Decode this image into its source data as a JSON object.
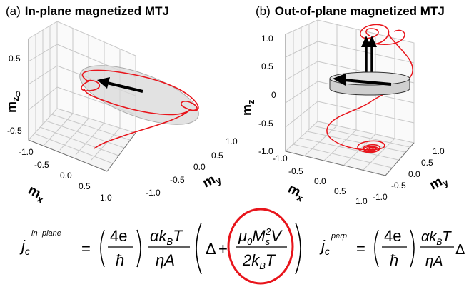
{
  "panel_a": {
    "label": "(a)",
    "title": "In-plane magnetized MTJ",
    "z_ticks": [
      "0.5",
      "0",
      "-0.5"
    ],
    "x_ticks": [
      "-1.0",
      "-0.5",
      "0.0",
      "0.5",
      "1.0"
    ],
    "y_ticks": [
      "1.0",
      "0.5",
      "0.0",
      "-0.5",
      "-1.0"
    ],
    "z_axis": "m",
    "z_sub": "z",
    "x_axis": "m",
    "x_sub": "x",
    "y_axis": "m",
    "y_sub": "y"
  },
  "panel_b": {
    "label": "(b)",
    "title": "Out-of-plane magnetized MTJ",
    "z_ticks": [
      "1.0",
      "0.5",
      "0",
      "-0.5",
      "-1.0"
    ],
    "x_ticks": [
      "-1.0",
      "-0.5",
      "0.0",
      "0.5",
      "1.0"
    ],
    "y_ticks": [
      "1.0",
      "0.5",
      "0.0",
      "-0.5",
      "-1.0"
    ],
    "z_axis": "m",
    "z_sub": "z",
    "x_axis": "m",
    "x_sub": "x",
    "y_axis": "m",
    "y_sub": "y"
  },
  "equation_a": {
    "lhs": "j",
    "lhs_sub": "c",
    "lhs_sup": "in−plane",
    "equals": "=",
    "frac1_num": "4e",
    "frac1_den": "ħ",
    "frac2_num": "αk",
    "frac2_num_sub": "B",
    "frac2_num_tail": "T",
    "frac2_den": "ηA",
    "delta": "Δ",
    "plus": "+",
    "frac3_num": "μ",
    "frac3_num_sub": "0",
    "frac3_num_m": "M",
    "frac3_num_m_sub": "s",
    "frac3_num_m_sup": "2",
    "frac3_num_v": "V",
    "frac3_den": "2k",
    "frac3_den_sub": "B",
    "frac3_den_tail": "T"
  },
  "equation_b": {
    "lhs": "j",
    "lhs_sub": "c",
    "lhs_sup": "perp",
    "equals": "=",
    "frac1_num": "4e",
    "frac1_den": "ħ",
    "frac2_num": "αk",
    "frac2_num_sub": "B",
    "frac2_num_tail": "T",
    "frac2_den": "ηA",
    "delta": "Δ"
  },
  "colors": {
    "trajectory": "#e8141b",
    "highlight_ellipse": "#e8141b",
    "arrow": "#000000",
    "disk_fill": "#d4d4d4",
    "grid": "#c8c8c8"
  }
}
